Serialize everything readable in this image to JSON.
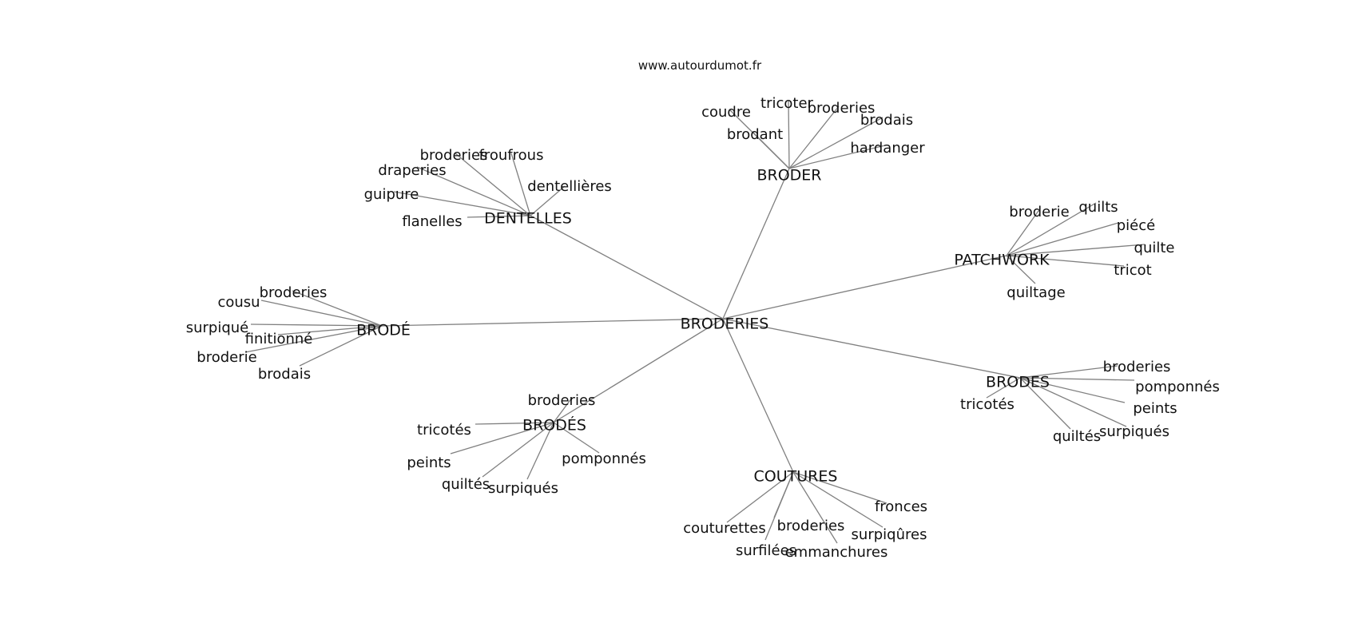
{
  "watermark": "www.autourdumot.fr",
  "graph": {
    "center": "BRODERIES",
    "clusters": [
      {
        "hub": "BRODER",
        "leaves": [
          "coudre",
          "tricoter",
          "broderies",
          "brodais",
          "brodant",
          "hardanger"
        ]
      },
      {
        "hub": "DENTELLES",
        "leaves": [
          "broderies",
          "froufrous",
          "draperies",
          "dentellières",
          "guipure",
          "flanelles"
        ]
      },
      {
        "hub": "PATCHWORK",
        "leaves": [
          "broderie",
          "quilts",
          "piécé",
          "quilte",
          "tricot",
          "quiltage"
        ]
      },
      {
        "hub": "BRODÉ",
        "leaves": [
          "broderies",
          "cousu",
          "surpiqué",
          "finitionné",
          "broderie",
          "brodais"
        ]
      },
      {
        "hub": "BRODES",
        "leaves": [
          "broderies",
          "pomponnés",
          "peints",
          "tricotés",
          "surpiqués",
          "quiltés"
        ]
      },
      {
        "hub": "BRODÉS",
        "leaves": [
          "broderies",
          "tricotés",
          "peints",
          "pomponnés",
          "quiltés",
          "surpiqués"
        ]
      },
      {
        "hub": "COUTURES",
        "leaves": [
          "fronces",
          "couturettes",
          "broderies",
          "surpiqûres",
          "surfilées",
          "emmanchures"
        ]
      }
    ]
  }
}
